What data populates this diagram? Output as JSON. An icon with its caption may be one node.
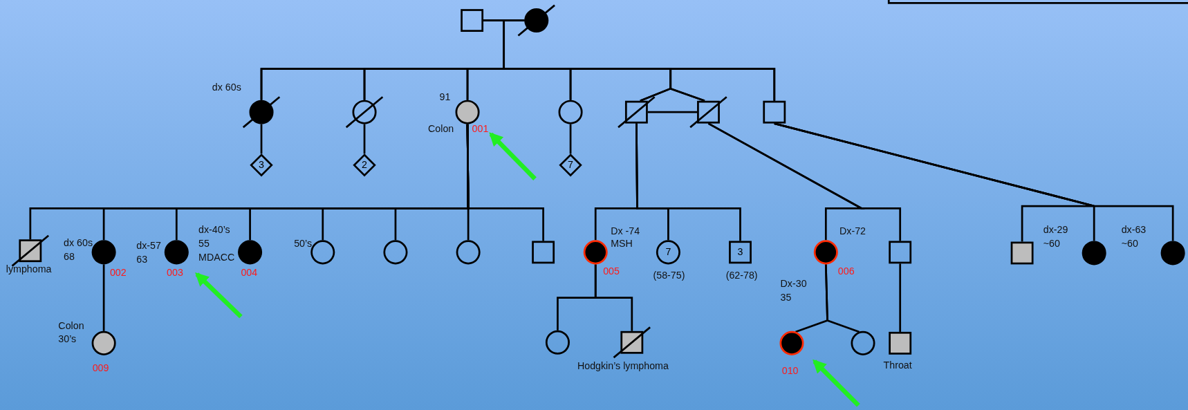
{
  "diagram": {
    "nodes": [
      {
        "text": [],
        "shape": "box"
      },
      {
        "text": [],
        "shape": "circle"
      },
      {
        "text": [],
        "shape": "circle",
        "beside": [
          "dx 60s"
        ]
      },
      {
        "text": [],
        "shape": "circle"
      },
      {
        "text": [],
        "shape": "circle",
        "beside": [
          "91",
          "Colon",
          "001"
        ]
      },
      {
        "text": [],
        "shape": "circle"
      },
      {
        "text": [],
        "shape": "box"
      },
      {
        "text": [],
        "shape": "box"
      },
      {
        "text": [],
        "shape": "box"
      },
      {
        "text": [
          "3"
        ]
      },
      {
        "text": [
          "2"
        ]
      },
      {
        "text": [
          "7"
        ]
      },
      {
        "text": [],
        "shape": "box",
        "beside": [
          "lymphoma"
        ]
      },
      {
        "text": [],
        "shape": "circle",
        "beside": [
          "dx 60s",
          "68",
          "002"
        ]
      },
      {
        "text": [],
        "shape": "circle",
        "beside": [
          "dx-57",
          "63",
          "003"
        ]
      },
      {
        "text": [],
        "shape": "circle",
        "beside": [
          "dx-40’s",
          "55",
          "MDACC",
          "004"
        ]
      },
      {
        "text": [],
        "shape": "circle",
        "beside": [
          "50’s"
        ]
      },
      {
        "text": [],
        "shape": "circle"
      },
      {
        "text": [],
        "shape": "circle"
      },
      {
        "text": [],
        "shape": "box"
      },
      {
        "text": [],
        "shape": "circle",
        "beside": [
          "Dx -74",
          "MSH",
          "005"
        ]
      },
      {
        "text": [
          "7"
        ],
        "beside": [
          "(58-75)"
        ]
      },
      {
        "text": [
          "3"
        ],
        "beside": [
          "(62-78)"
        ]
      },
      {
        "text": [],
        "shape": "circle",
        "beside": [
          "Dx-72",
          "006"
        ]
      },
      {
        "text": [],
        "shape": "box"
      },
      {
        "text": [],
        "shape": "box"
      },
      {
        "text": [],
        "shape": "circle",
        "beside": [
          "dx-29",
          "~60"
        ]
      },
      {
        "text": [],
        "shape": "circle",
        "beside": [
          "dx-63",
          "~60"
        ]
      },
      {
        "text": [],
        "shape": "circle",
        "beside": [
          "Colon",
          "30’s",
          "009"
        ]
      },
      {
        "text": [],
        "shape": "circle"
      },
      {
        "text": [],
        "shape": "box",
        "beside": [
          "Hodgkin’s lymphoma"
        ]
      },
      {
        "text": [],
        "shape": "circle",
        "beside": [
          "Dx-30",
          "35",
          "010"
        ]
      },
      {
        "text": [],
        "shape": "circle"
      },
      {
        "text": [],
        "shape": "box",
        "beside": [
          "Throat"
        ]
      }
    ],
    "edges": [
      {
        "from": 0,
        "to": 1,
        "arrow": "none"
      },
      {
        "from": 0,
        "to": 2,
        "arrow": "none"
      },
      {
        "from": 0,
        "to": 3,
        "arrow": "none"
      },
      {
        "from": 0,
        "to": 4,
        "arrow": "none"
      },
      {
        "from": 0,
        "to": 5,
        "arrow": "none"
      },
      {
        "from": 0,
        "to": 6,
        "arrow": "none"
      },
      {
        "from": 0,
        "to": 7,
        "arrow": "none"
      },
      {
        "from": 0,
        "to": 8,
        "arrow": "none"
      },
      {
        "from": 1,
        "to": 2,
        "arrow": "none"
      },
      {
        "from": 1,
        "to": 3,
        "arrow": "none"
      },
      {
        "from": 1,
        "to": 4,
        "arrow": "none"
      },
      {
        "from": 1,
        "to": 5,
        "arrow": "none"
      },
      {
        "from": 1,
        "to": 6,
        "arrow": "none"
      },
      {
        "from": 1,
        "to": 7,
        "arrow": "none"
      },
      {
        "from": 1,
        "to": 8,
        "arrow": "none"
      },
      {
        "from": 6,
        "to": 7,
        "arrow": "none"
      },
      {
        "from": 2,
        "to": 9,
        "arrow": "none"
      },
      {
        "from": 3,
        "to": 10,
        "arrow": "none"
      },
      {
        "from": 5,
        "to": 11,
        "arrow": "none"
      },
      {
        "from": 4,
        "to": 12,
        "arrow": "none"
      },
      {
        "from": 4,
        "to": 13,
        "arrow": "none"
      },
      {
        "from": 4,
        "to": 14,
        "arrow": "none"
      },
      {
        "from": 4,
        "to": 15,
        "arrow": "none"
      },
      {
        "from": 4,
        "to": 16,
        "arrow": "none"
      },
      {
        "from": 4,
        "to": 17,
        "arrow": "none"
      },
      {
        "from": 4,
        "to": 18,
        "arrow": "none"
      },
      {
        "from": 4,
        "to": 19,
        "arrow": "none"
      },
      {
        "from": 6,
        "to": 20,
        "arrow": "none"
      },
      {
        "from": 6,
        "to": 21,
        "arrow": "none"
      },
      {
        "from": 6,
        "to": 22,
        "arrow": "none"
      },
      {
        "from": 7,
        "to": 23,
        "arrow": "none"
      },
      {
        "from": 7,
        "to": 24,
        "arrow": "none"
      },
      {
        "from": 8,
        "to": 25,
        "arrow": "none"
      },
      {
        "from": 8,
        "to": 26,
        "arrow": "none"
      },
      {
        "from": 8,
        "to": 27,
        "arrow": "none"
      },
      {
        "from": 13,
        "to": 28,
        "arrow": "none"
      },
      {
        "from": 20,
        "to": 29,
        "arrow": "none"
      },
      {
        "from": 20,
        "to": 30,
        "arrow": "none"
      },
      {
        "from": 23,
        "to": 31,
        "arrow": "none"
      },
      {
        "from": 23,
        "to": 32,
        "arrow": "none"
      },
      {
        "from": 24,
        "to": 33,
        "arrow": "none"
      },
      {
        "from": null,
        "to": 4,
        "arrow": "to",
        "style": "thick",
        "color": "#22ee22"
      },
      {
        "from": null,
        "to": 14,
        "arrow": "to",
        "style": "thick",
        "color": "#22ee22"
      },
      {
        "from": null,
        "to": 31,
        "arrow": "to",
        "style": "thick",
        "color": "#22ee22"
      }
    ]
  }
}
